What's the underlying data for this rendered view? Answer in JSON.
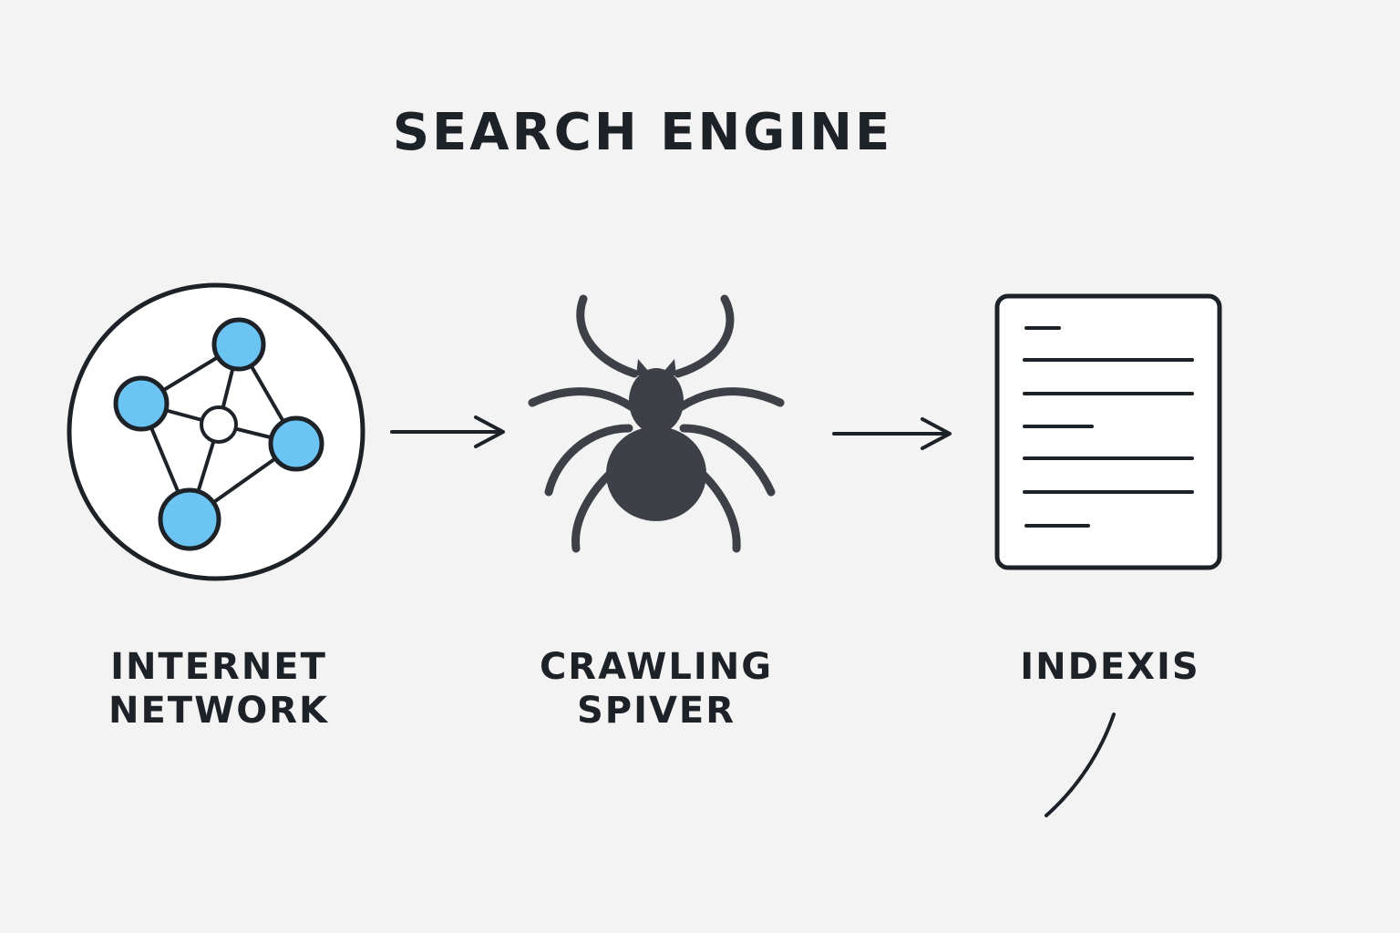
{
  "title": "SEARCH ENGINE",
  "colors": {
    "ink": "#1d2228",
    "node_fill": "#6cc4f2",
    "spider_body": "#3d4147",
    "background": "#f3f3f3"
  },
  "stages": [
    {
      "icon": "network-icon",
      "label_lines": [
        "INTERNET",
        "NETWORK"
      ]
    },
    {
      "icon": "spider-icon",
      "label_lines": [
        "CRAWLING",
        "SPIVER"
      ]
    },
    {
      "icon": "document-icon",
      "label_lines": [
        "INDEXIS"
      ]
    }
  ]
}
